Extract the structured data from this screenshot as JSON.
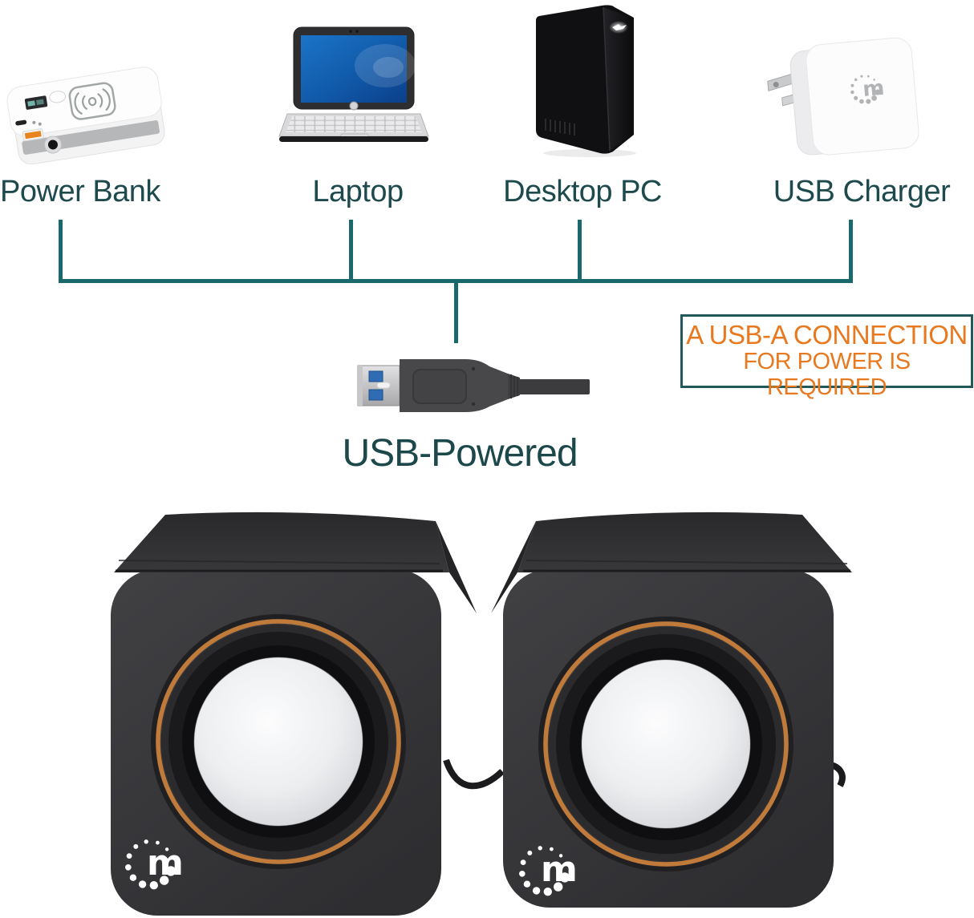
{
  "diagram": {
    "devices": [
      {
        "label": "Power Bank"
      },
      {
        "label": "Laptop"
      },
      {
        "label": "Desktop PC"
      },
      {
        "label": "USB Charger"
      }
    ],
    "callout": {
      "line1": "A USB-A CONNECTION",
      "line2": "FOR POWER IS REQUIRED"
    },
    "caption": {
      "usb_powered": "USB-Powered"
    }
  },
  "branding": {
    "logo_letter": "m"
  },
  "colors": {
    "teal_line": "#19696c",
    "label_text": "#1e4a4d",
    "orange_text": "#e8791f",
    "callout_border": "#23585a",
    "speaker_ring_orange": "#c07a3a",
    "speaker_body": "#353538",
    "usb_blue": "#2f6cb3"
  }
}
